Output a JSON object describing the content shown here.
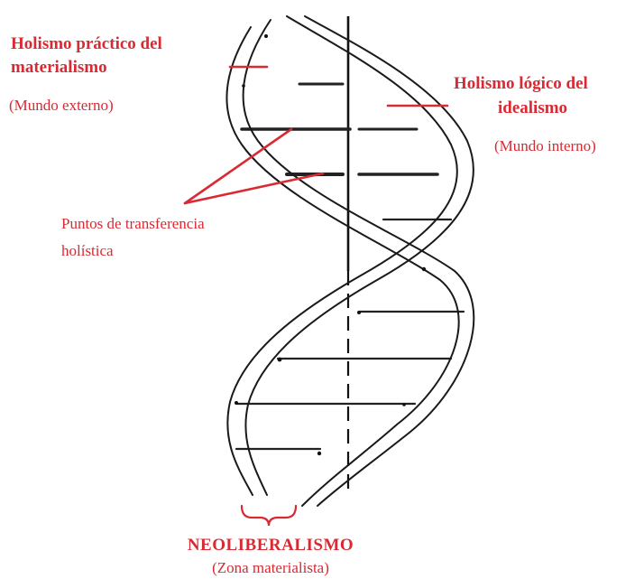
{
  "colors": {
    "label": "#d92a33",
    "helix": "#1a1a1a",
    "rung": "#222222",
    "background": "#ffffff"
  },
  "labels": {
    "left_title_line1": "Holismo práctico del",
    "left_title_line2": "materialismo",
    "left_subtitle": "(Mundo externo)",
    "right_title_line1": "Holismo lógico del",
    "right_title_line2": "idealismo",
    "right_subtitle": "(Mundo interno)",
    "transfer_line1": "Puntos de transferencia",
    "transfer_line2": "holística",
    "bottom_title": "NEOLIBERALISMO",
    "bottom_subtitle": "(Zona materialista)"
  }
}
